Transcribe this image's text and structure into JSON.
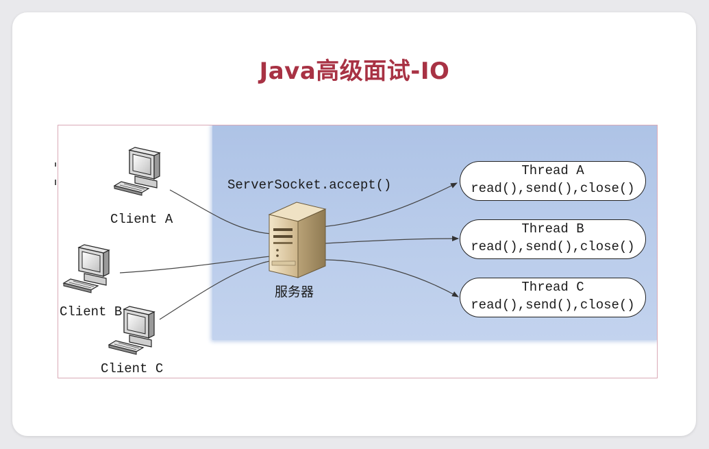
{
  "title": "Java高级面试-IO",
  "diagram": {
    "accept_label": "ServerSocket.accept()",
    "server_label": "服务器",
    "clients": [
      {
        "label": "Client A"
      },
      {
        "label": "Client B"
      },
      {
        "label": "Client C"
      }
    ],
    "threads": [
      {
        "name": "Thread A",
        "ops": "read(),send(),close()"
      },
      {
        "name": "Thread B",
        "ops": "read(),send(),close()"
      },
      {
        "name": "Thread C",
        "ops": "read(),send(),close()"
      }
    ],
    "colors": {
      "title": "#a83244",
      "panel": "#b8cbea",
      "border": "#d9a9b6"
    }
  }
}
